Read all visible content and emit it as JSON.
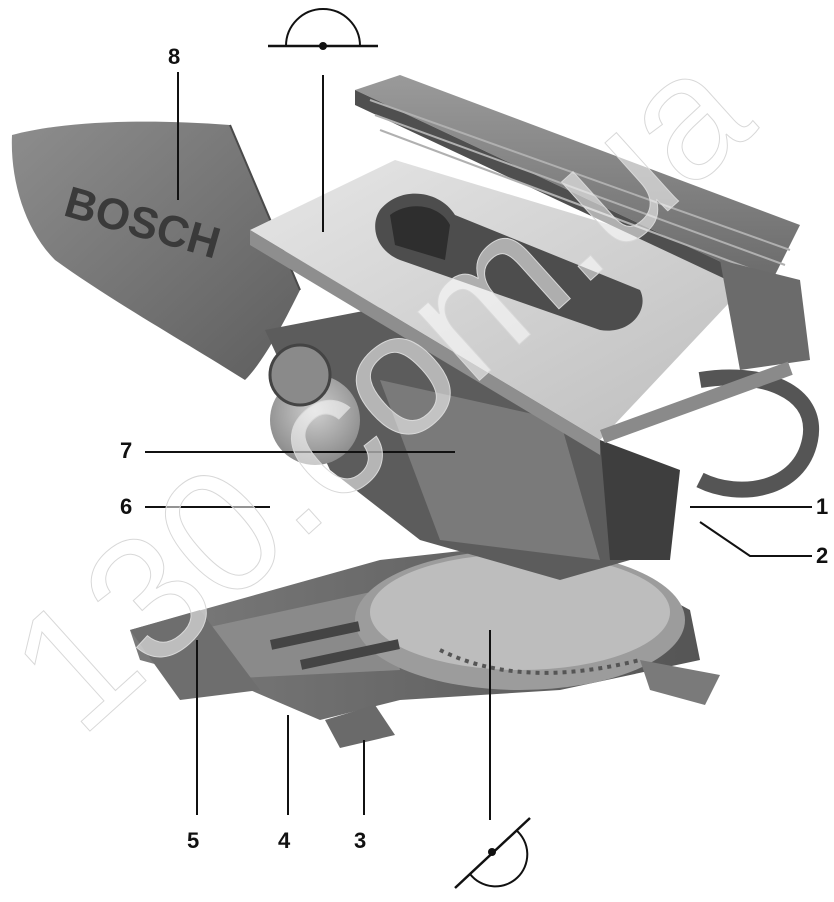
{
  "diagram": {
    "callouts": [
      {
        "id": "1",
        "label": "1"
      },
      {
        "id": "2",
        "label": "2"
      },
      {
        "id": "3",
        "label": "3"
      },
      {
        "id": "4",
        "label": "4"
      },
      {
        "id": "5",
        "label": "5"
      },
      {
        "id": "6",
        "label": "6"
      },
      {
        "id": "7",
        "label": "7"
      },
      {
        "id": "8",
        "label": "8"
      }
    ],
    "bag_text": "BOSCH",
    "watermark": "130.com.ua"
  }
}
